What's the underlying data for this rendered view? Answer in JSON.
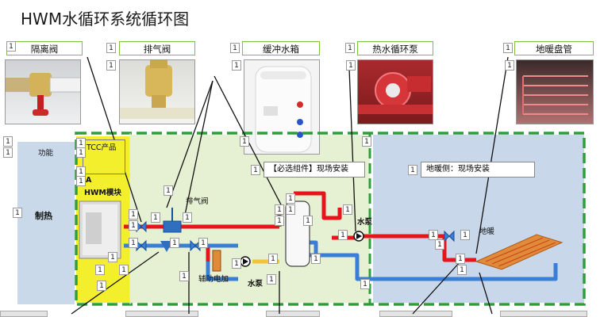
{
  "title": "HWM水循环系统循环图",
  "captions": {
    "isolation_valve": "隔离阀",
    "exhaust_valve": "排气阀",
    "buffer_tank": "缓冲水箱",
    "circ_pump": "热水循环泵",
    "floor_coil": "地暖盘管"
  },
  "zones": {
    "function": "功能",
    "tcc_line1": "TCC产品",
    "tcc_line2": "A",
    "tcc_line3": "HWM模块",
    "heating": "制热",
    "mandatory": "【必选组件】现场安装",
    "floor_side": "地暖侧：现场安装"
  },
  "labels": {
    "exhaust": "排气阀",
    "pump_right": "水泵",
    "pump_bottom": "水泵",
    "aux_heater": "辅助电加",
    "floor_heat": "地暖"
  },
  "marker": "1",
  "colors": {
    "supply": "#e8141b",
    "return": "#3a7fd5",
    "zone_green": "#2e9e3a",
    "zone_yellow": "#f3ef2a",
    "panel_blue": "#c6d7ea",
    "panel_green": "#e7f1d4"
  }
}
